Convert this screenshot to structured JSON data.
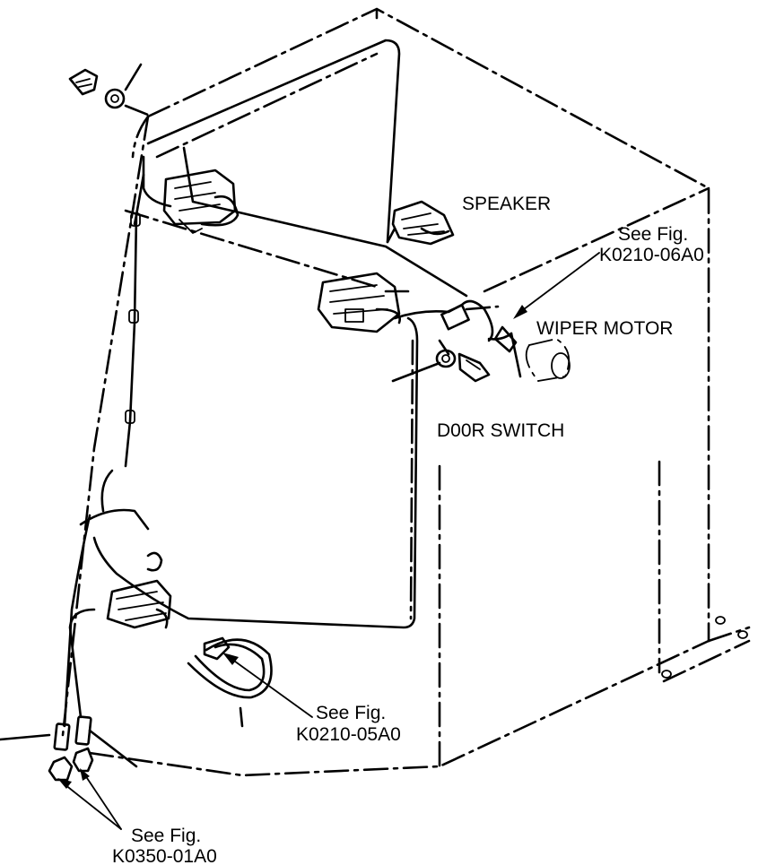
{
  "labels": {
    "speaker": "SPEAKER",
    "see_fig_1": "See Fig.",
    "ref_1": "K0210-06A0",
    "wiper_motor": "WIPER MOTOR",
    "door_switch": "D00R SWITCH",
    "see_fig_2": "See Fig.",
    "ref_2": "K0210-05A0",
    "see_fig_3": "See Fig.",
    "ref_3": "K0350-01A0"
  }
}
